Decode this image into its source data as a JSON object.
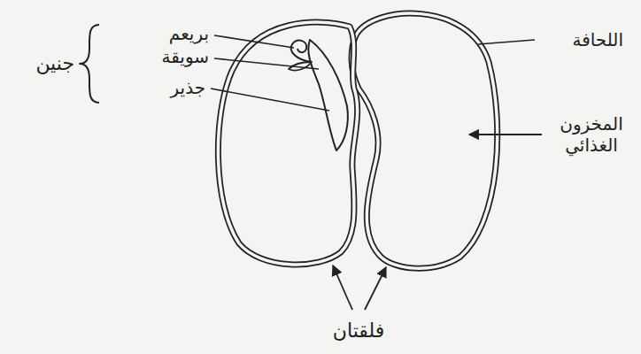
{
  "diagram": {
    "labels": [
      "بريعم",
      "سويقة",
      "جذير",
      "جنين",
      "اللحافة",
      "المخزون الغذائي",
      "فلقتان"
    ]
  }
}
